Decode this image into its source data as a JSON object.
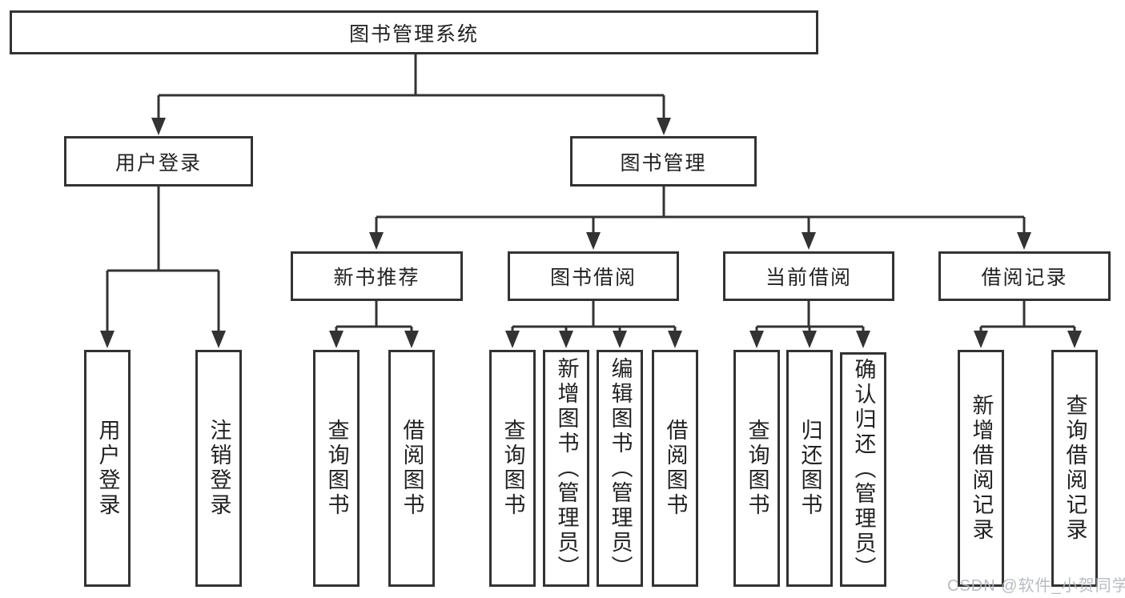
{
  "diagram": {
    "root": {
      "label": "图书管理系统"
    },
    "branches": [
      {
        "label": "用户登录",
        "children": [
          {
            "label": "用户登录"
          },
          {
            "label": "注销登录"
          }
        ]
      },
      {
        "label": "图书管理",
        "children": [
          {
            "label": "新书推荐",
            "children": [
              {
                "label": "查询图书"
              },
              {
                "label": "借阅图书"
              }
            ]
          },
          {
            "label": "图书借阅",
            "children": [
              {
                "label": "查询图书"
              },
              {
                "label": "新增图书（管理员）"
              },
              {
                "label": "编辑图书（管理员）"
              },
              {
                "label": "借阅图书"
              }
            ]
          },
          {
            "label": "当前借阅",
            "children": [
              {
                "label": "查询图书"
              },
              {
                "label": "归还图书"
              },
              {
                "label": "确认归还（管理员）"
              }
            ]
          },
          {
            "label": "借阅记录",
            "children": [
              {
                "label": "新增借阅记录"
              },
              {
                "label": "查询借阅记录"
              }
            ]
          }
        ]
      }
    ]
  },
  "watermark": {
    "text": "CSDN @软件_小贺同学"
  },
  "colors": {
    "line": "#333333",
    "text": "#222222",
    "background": "#ffffff",
    "watermark": "#b2b6bc"
  }
}
